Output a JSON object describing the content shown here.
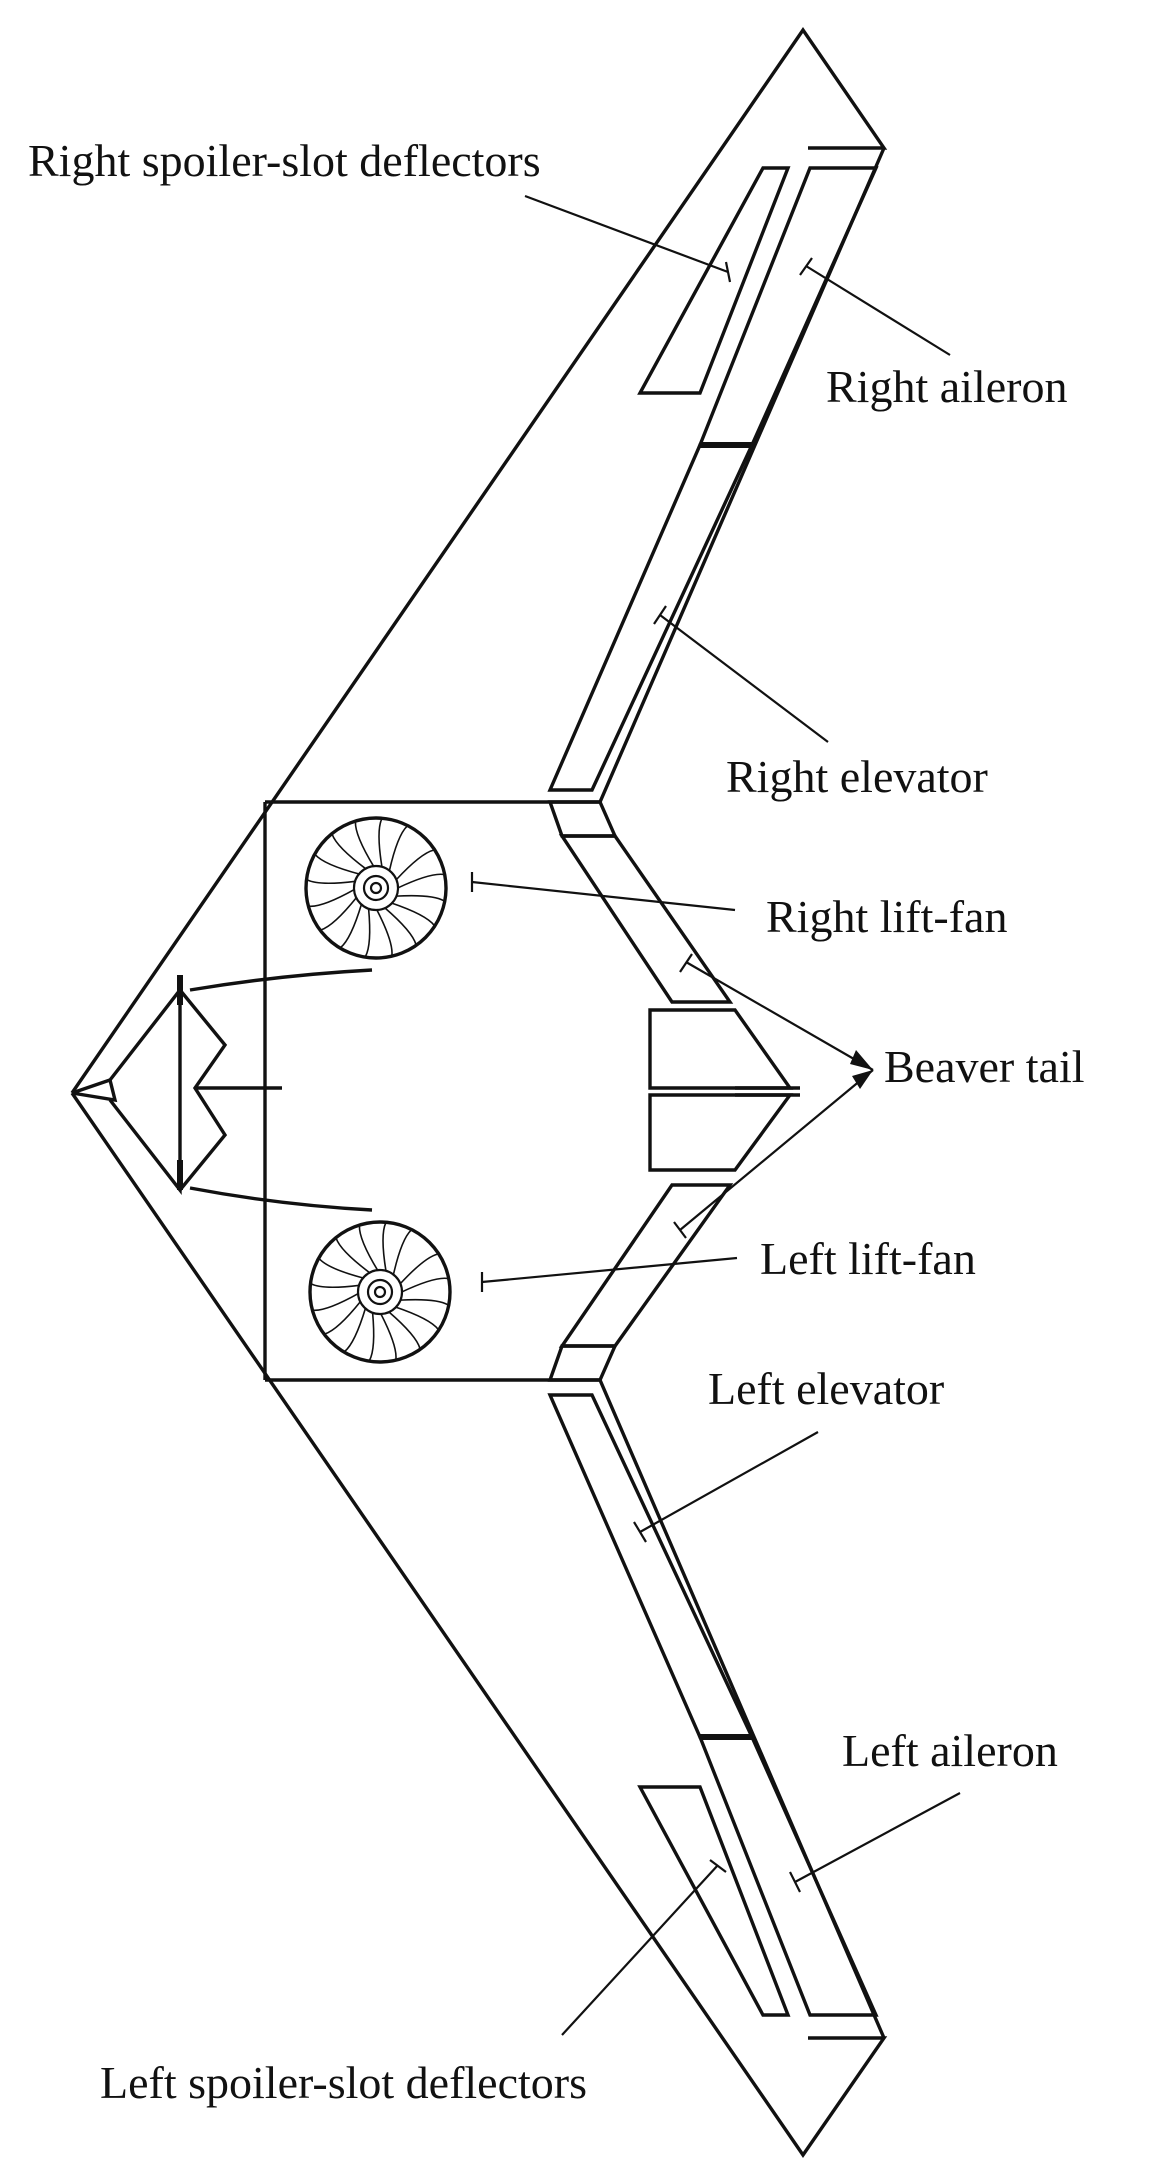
{
  "labels": {
    "right_spoiler_slot_deflectors": "Right spoiler-slot deflectors",
    "right_aileron": "Right aileron",
    "right_elevator": "Right elevator",
    "right_lift_fan": "Right lift-fan",
    "beaver_tail": "Beaver tail",
    "left_lift_fan": "Left lift-fan",
    "left_elevator": "Left elevator",
    "left_aileron": "Left aileron",
    "left_spoiler_slot_deflectors": "Left spoiler-slot deflectors"
  },
  "colors": {
    "line": "#111111",
    "background": "#ffffff"
  }
}
